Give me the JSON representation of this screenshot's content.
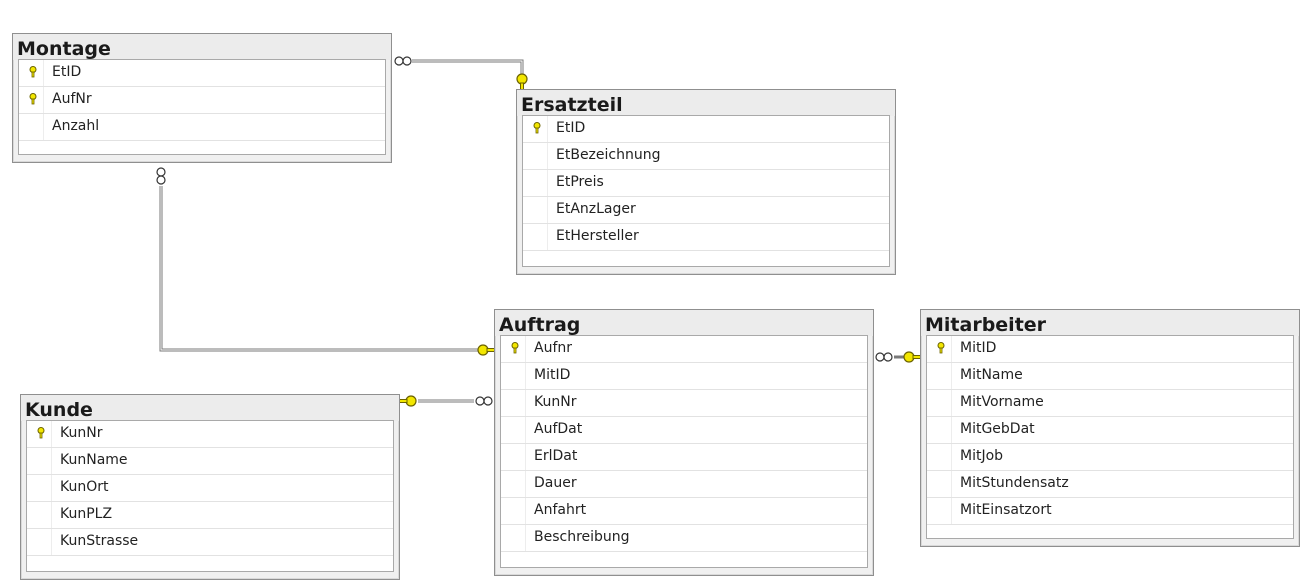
{
  "tables": [
    {
      "name": "Montage",
      "columns": [
        {
          "label": "EtID",
          "pk": true
        },
        {
          "label": "AufNr",
          "pk": true
        },
        {
          "label": "Anzahl",
          "pk": false
        }
      ]
    },
    {
      "name": "Ersatzteil",
      "columns": [
        {
          "label": "EtID",
          "pk": true
        },
        {
          "label": "EtBezeichnung",
          "pk": false
        },
        {
          "label": "EtPreis",
          "pk": false
        },
        {
          "label": "EtAnzLager",
          "pk": false
        },
        {
          "label": "EtHersteller",
          "pk": false
        }
      ]
    },
    {
      "name": "Auftrag",
      "columns": [
        {
          "label": "Aufnr",
          "pk": true
        },
        {
          "label": "MitID",
          "pk": false
        },
        {
          "label": "KunNr",
          "pk": false
        },
        {
          "label": "AufDat",
          "pk": false
        },
        {
          "label": "ErlDat",
          "pk": false
        },
        {
          "label": "Dauer",
          "pk": false
        },
        {
          "label": "Anfahrt",
          "pk": false
        },
        {
          "label": "Beschreibung",
          "pk": false
        }
      ]
    },
    {
      "name": "Mitarbeiter",
      "columns": [
        {
          "label": "MitID",
          "pk": true
        },
        {
          "label": "MitName",
          "pk": false
        },
        {
          "label": "MitVorname",
          "pk": false
        },
        {
          "label": "MitGebDat",
          "pk": false
        },
        {
          "label": "MitJob",
          "pk": false
        },
        {
          "label": "MitStundensatz",
          "pk": false
        },
        {
          "label": "MitEinsatzort",
          "pk": false
        }
      ]
    },
    {
      "name": "Kunde",
      "columns": [
        {
          "label": "KunNr",
          "pk": true
        },
        {
          "label": "KunName",
          "pk": false
        },
        {
          "label": "KunOrt",
          "pk": false
        },
        {
          "label": "KunPLZ",
          "pk": false
        },
        {
          "label": "KunStrasse",
          "pk": false
        }
      ]
    }
  ],
  "relationships": [
    {
      "from": "Montage",
      "to": "Ersatzteil",
      "from_end": "many",
      "to_end": "one-key"
    },
    {
      "from": "Montage",
      "to": "Auftrag",
      "from_end": "many",
      "to_end": "one-key"
    },
    {
      "from": "Kunde",
      "to": "Auftrag",
      "from_end": "one-key",
      "to_end": "many"
    },
    {
      "from": "Auftrag",
      "to": "Mitarbeiter",
      "from_end": "many",
      "to_end": "one-key"
    }
  ],
  "colors": {
    "key": "#f2e600",
    "key_outline": "#6b6200",
    "line": "#7a7a7a",
    "panel": "#f0f0f0",
    "border": "#8f8f8f"
  }
}
